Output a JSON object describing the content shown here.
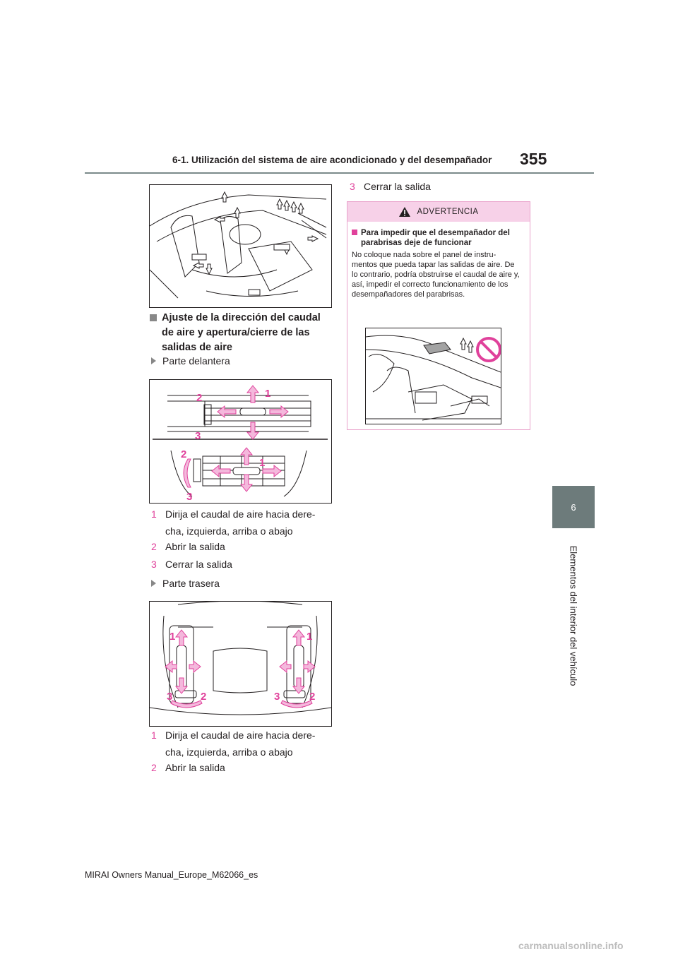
{
  "header": {
    "section_title": "6-1. Utilización del sistema de aire acondicionado y del desempañador",
    "page_number": "355"
  },
  "side_tab": {
    "chapter_number": "6",
    "chapter_title": "Elementos del interior del vehículo"
  },
  "left_column": {
    "heading": "Ajuste de la dirección del caudal de aire y apertura/cierre de las salidas de aire",
    "front_label": "Parte delantera",
    "front_figure_callouts": [
      "1",
      "2",
      "3",
      "1",
      "2",
      "3"
    ],
    "front_steps": [
      {
        "num": "1",
        "text": "Dirija el caudal de aire hacia dere-cha, izquierda, arriba o abajo"
      },
      {
        "num": "2",
        "text": "Abrir la salida"
      },
      {
        "num": "3",
        "text": "Cerrar la salida"
      }
    ],
    "rear_label": "Parte trasera",
    "rear_figure_callouts": [
      "1",
      "1",
      "3",
      "2",
      "3",
      "2"
    ],
    "rear_steps": [
      {
        "num": "1",
        "text": "Dirija el caudal de aire hacia dere-cha, izquierda, arriba o abajo"
      },
      {
        "num": "2",
        "text": "Abrir la salida"
      }
    ]
  },
  "right_column": {
    "continued_step": {
      "num": "3",
      "text": "Cerrar la salida"
    },
    "warning": {
      "title": "ADVERTENCIA",
      "subheading": "Para impedir que el desempañador del parabrisas deje de funcionar",
      "body": "No coloque nada sobre el panel de instru-mentos que pueda tapar las salidas de aire. De lo contrario, podría obstruirse el caudal de aire y, así, impedir el correcto funcionamiento de los desempañadores del parabrisas."
    }
  },
  "footer": {
    "manual_id": "MIRAI Owners Manual_Europe_M62066_es",
    "watermark": "carmanualsonline.info"
  },
  "colors": {
    "accent_pink": "#e0419b",
    "warning_header_bg": "#f7d1e8",
    "tab_gray": "#6d7b7b"
  }
}
